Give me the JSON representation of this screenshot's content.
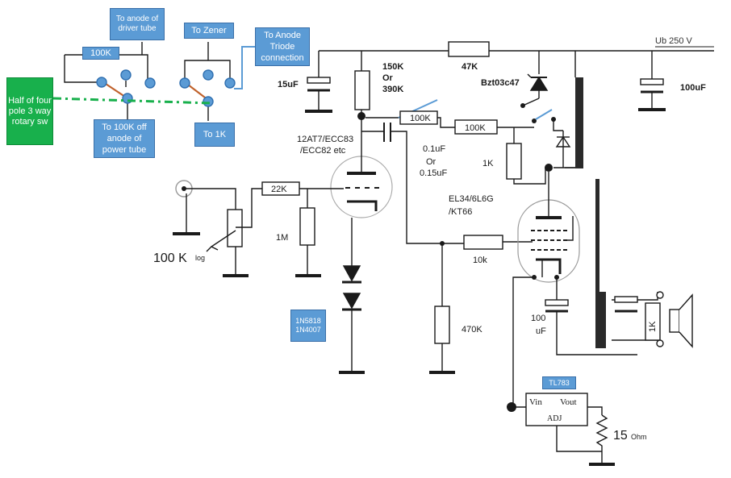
{
  "callouts": {
    "anode_driver": "To anode of driver tube",
    "to_zener": "To Zener",
    "anode_triode": "To Anode Triode connection",
    "r100k_switch": "100K",
    "rotary_sw": "Half of four pole 3 way rotary sw",
    "to_100k_off": "To 100K off anode of power tube",
    "to_1k": "To 1K",
    "diodes": "1N5818\n1N4007",
    "regulator": "TL783"
  },
  "labels": {
    "supply": "Ub 250 V",
    "c15": "15uF",
    "r150": "150K\nOr\n390K",
    "r47": "47K",
    "zener": "Bzt03c47",
    "c100": "100uF",
    "driver_tube": "12AT7/ECC83\n/ECC82 etc",
    "r100k_a": "100K",
    "r100k_b": "100K",
    "c_coupling": "0.1uF\nOr\n0.15uF",
    "r1k": "1K",
    "power_tube": "EL34/6L6G\n/KT66",
    "r22k": "22K",
    "r1m": "1M",
    "pot": "100 K",
    "pot_taper": "log",
    "r10k": "10k",
    "r470k": "470K",
    "c100u": "100\nuF",
    "r1k_spk": "1K",
    "vin": "Vin",
    "vout": "Vout",
    "adj": "ADJ",
    "r15": "15",
    "r15_unit": "Ohm"
  }
}
